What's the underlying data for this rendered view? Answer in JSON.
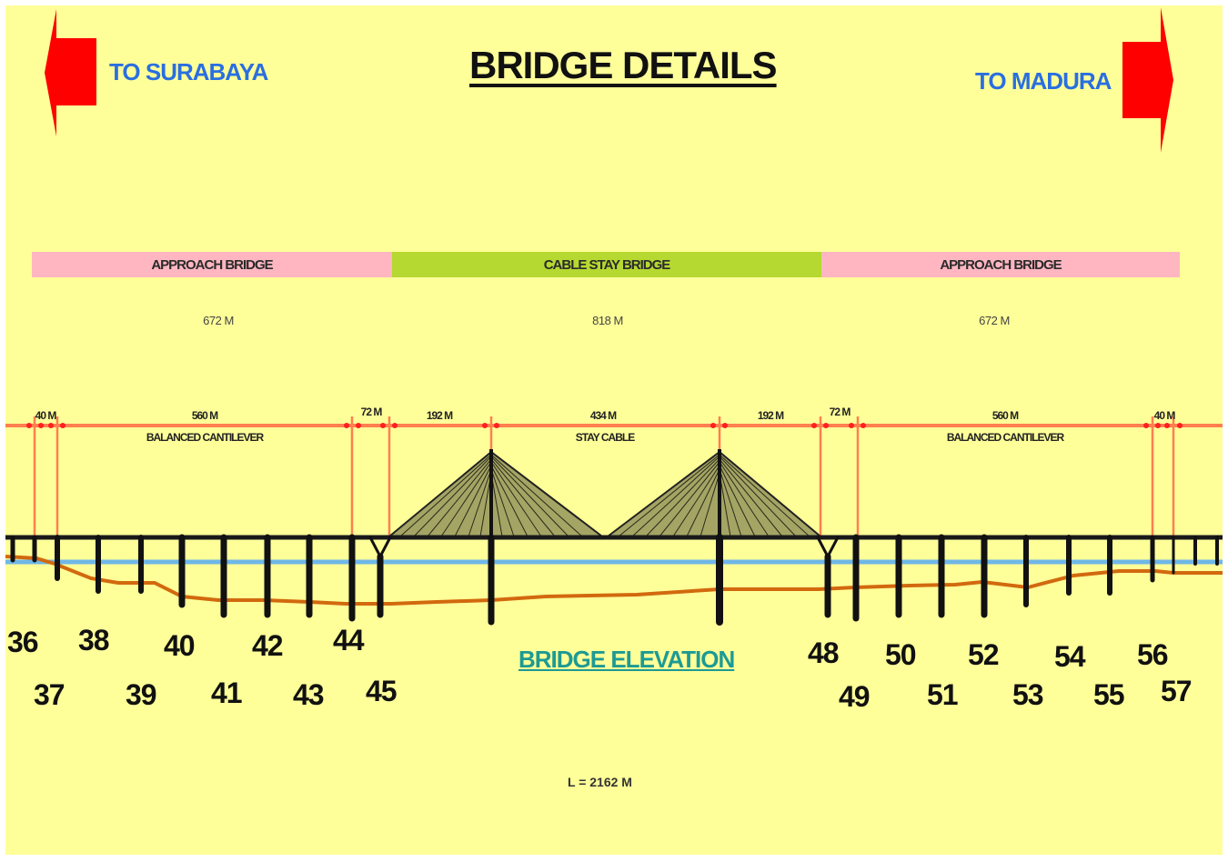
{
  "title": "BRIDGE DETAILS",
  "direction_left": {
    "label": "TO SURABAYA",
    "icon": "red-arrow-left-icon"
  },
  "direction_right": {
    "label": "TO MADURA",
    "icon": "red-arrow-right-icon"
  },
  "segments": [
    {
      "label": "APPROACH BRIDGE",
      "length": "672 M",
      "color": "#ffb6c1"
    },
    {
      "label": "CABLE STAY BRIDGE",
      "length": "818 M",
      "color": "#b5d930"
    },
    {
      "label": "APPROACH BRIDGE",
      "length": "672 M",
      "color": "#ffb6c1"
    }
  ],
  "spans": [
    {
      "top": "40 M",
      "bottom": ""
    },
    {
      "top": "560 M",
      "bottom": "BALANCED CANTILEVER"
    },
    {
      "top": "72 M",
      "bottom": ""
    },
    {
      "top": "192 M",
      "bottom": ""
    },
    {
      "top": "434 M",
      "bottom": "STAY CABLE"
    },
    {
      "top": "192 M",
      "bottom": ""
    },
    {
      "top": "72 M",
      "bottom": ""
    },
    {
      "top": "560 M",
      "bottom": "BALANCED CANTILEVER"
    },
    {
      "top": "40 M",
      "bottom": ""
    }
  ],
  "piers_left_top": [
    "36",
    "38",
    "40",
    "42",
    "44"
  ],
  "piers_left_bottom": [
    "37",
    "39",
    "41",
    "43",
    "45"
  ],
  "piers_right_top": [
    "48",
    "50",
    "52",
    "54",
    "56"
  ],
  "piers_right_bottom": [
    "49",
    "51",
    "53",
    "55",
    "57"
  ],
  "elevation_label": "BRIDGE ELEVATION",
  "total_length": "L = 2162 M",
  "colors": {
    "background": "#ffff99",
    "arrow": "#ff0000",
    "direction_text": "#2a6fe0",
    "dimension_line": "#ff7f50",
    "water_line": "#6fb7e6",
    "seabed_line": "#d2690e",
    "elevation_text": "#1d9a94"
  }
}
